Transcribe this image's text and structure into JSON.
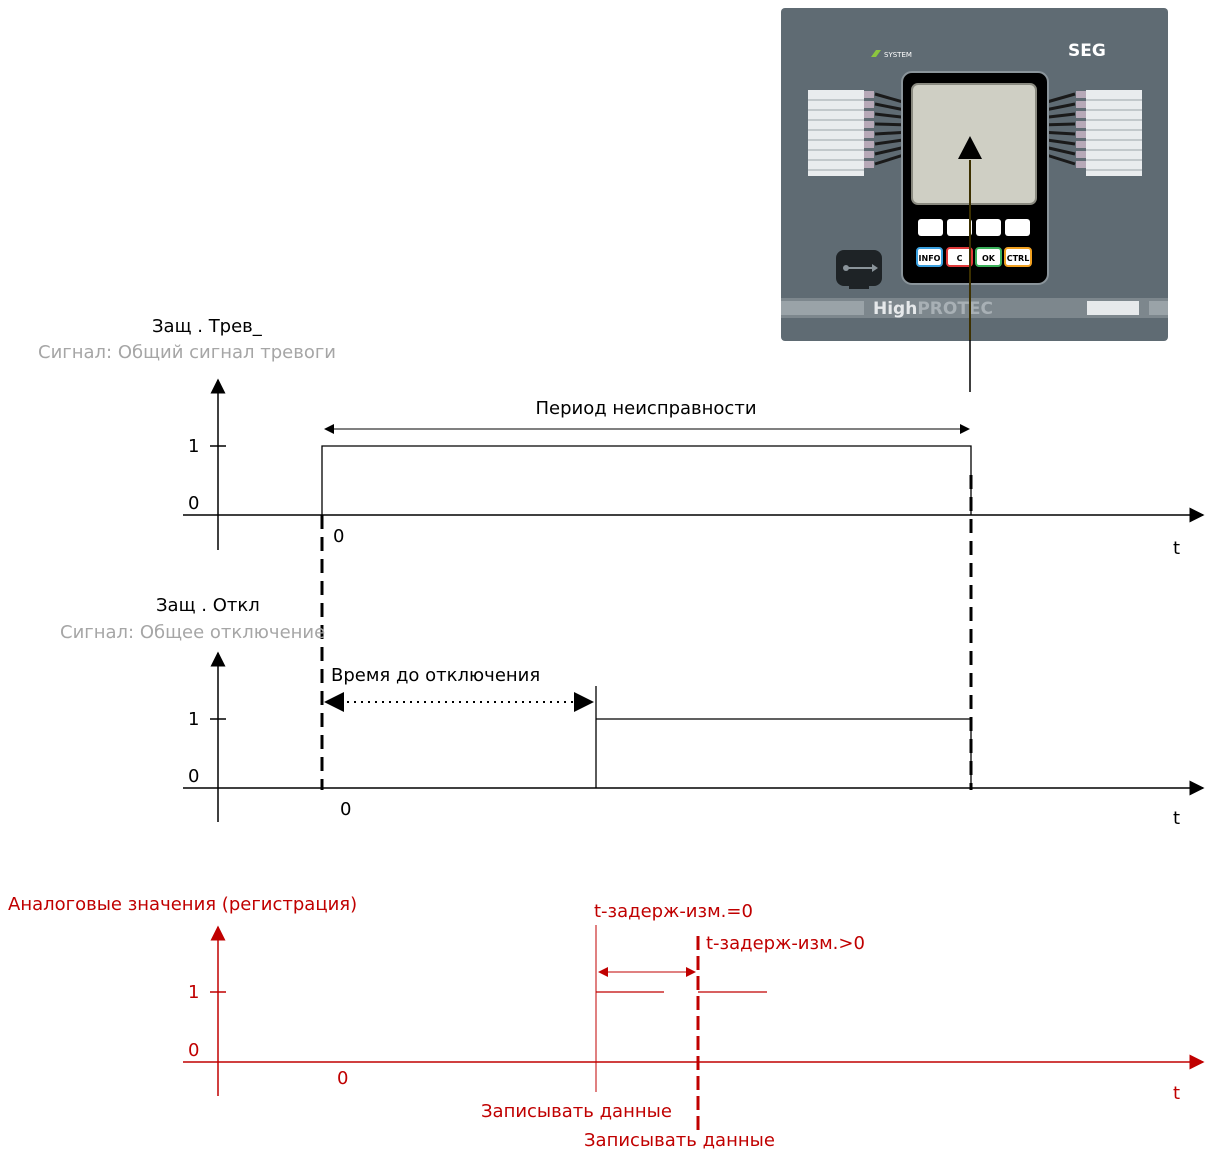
{
  "colors": {
    "axis": "#000000",
    "analog": "#c00000",
    "signal_sub": "#a6a6a6",
    "device_body": "#5f6b73",
    "device_screen": "#cfcfc4",
    "pointer_line": "#f2c200"
  },
  "device": {
    "brand_left": "SYSTEM",
    "brand_right": "SEG",
    "buttons": [
      "INFO",
      "C",
      "OK",
      "CTRL"
    ],
    "product_part1": "High",
    "product_part2": "PROTEC",
    "icons": [
      "usb-port-icon",
      "up-arrow-icon"
    ]
  },
  "chart1": {
    "title": "Защ . Трев_",
    "subtitle": "Сигнал: Общий сигнал тревоги",
    "y_tick_1": "1",
    "y_tick_0": "0",
    "x_origin": "0",
    "x_axis": "t",
    "period_label": "Период неисправности"
  },
  "chart2": {
    "title": "Защ . Откл",
    "subtitle": "Сигнал: Общее отключение",
    "y_tick_1": "1",
    "y_tick_0": "0",
    "x_origin": "0",
    "x_axis": "t",
    "trip_time_label": "Время до отключения"
  },
  "chart3": {
    "title": "Аналоговые значения (регистрация)",
    "y_tick_1": "1",
    "y_tick_0": "0",
    "x_origin": "0",
    "x_axis": "t",
    "delay_zero_label": "t-задерж-изм.=0",
    "delay_pos_label": "t-задерж-изм.>0",
    "record_label_1": "Записывать данные",
    "record_label_2": "Записывать данные"
  }
}
